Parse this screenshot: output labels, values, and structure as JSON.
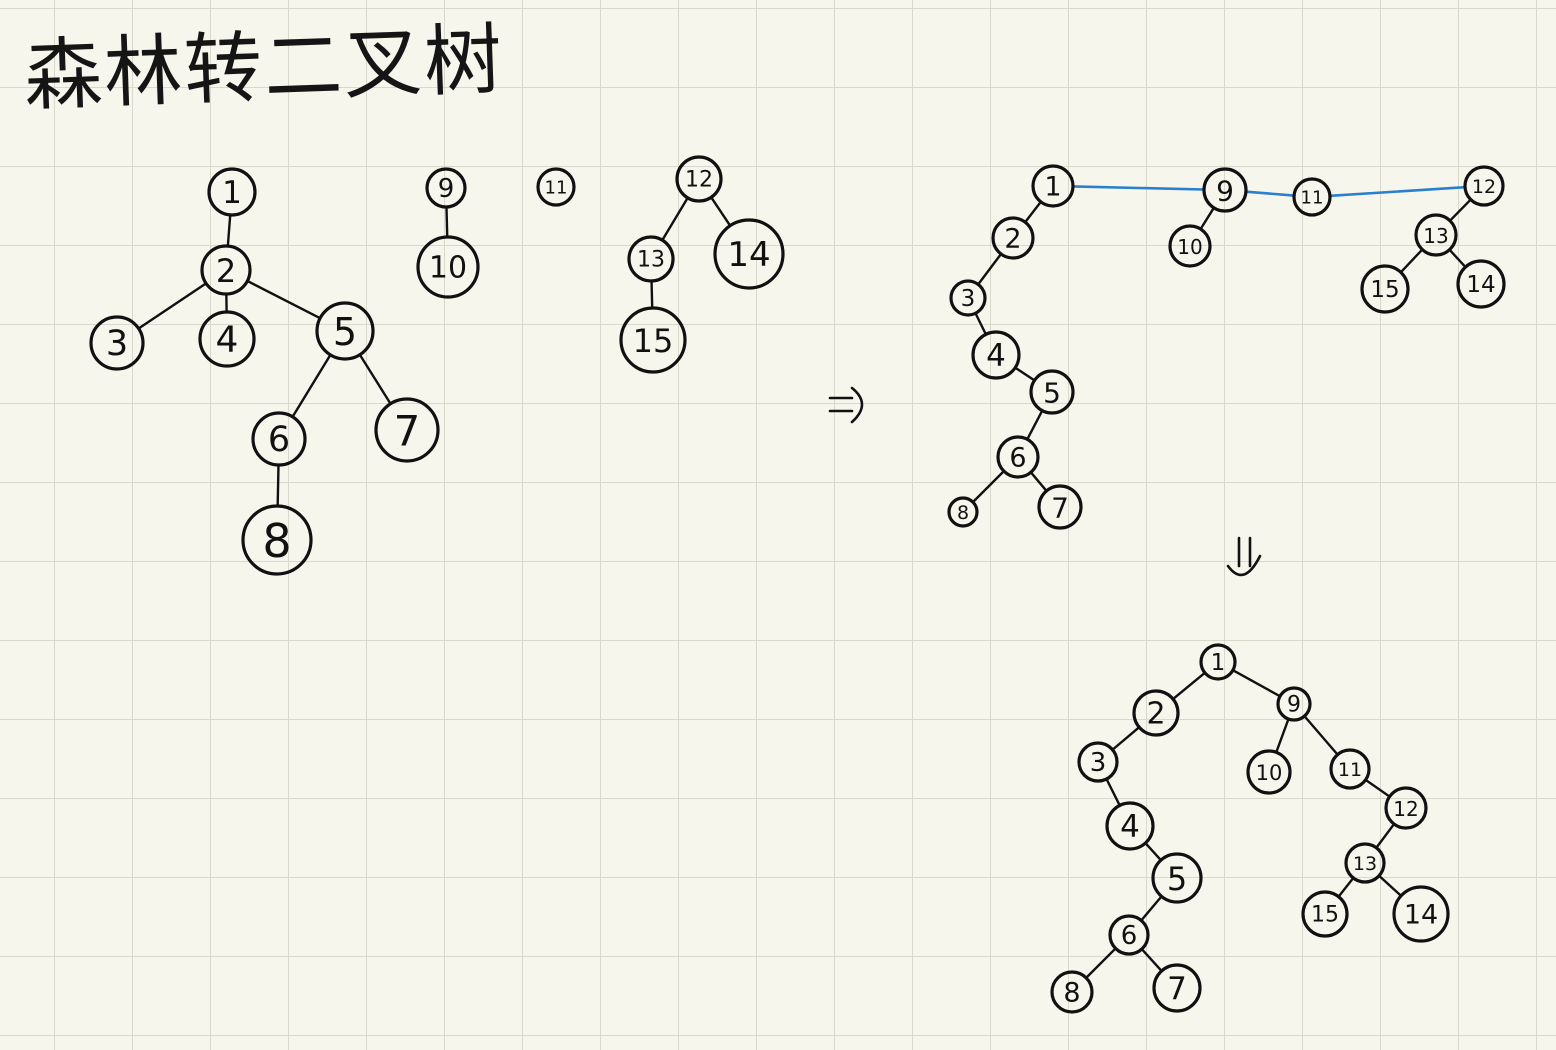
{
  "title": "森林转二叉树",
  "forest": {
    "trees": [
      {
        "root": "1",
        "nodes": [
          "1",
          "2",
          "3",
          "4",
          "5",
          "6",
          "7",
          "8"
        ],
        "edges": [
          [
            "1",
            "2"
          ],
          [
            "2",
            "3"
          ],
          [
            "2",
            "4"
          ],
          [
            "2",
            "5"
          ],
          [
            "5",
            "6"
          ],
          [
            "5",
            "7"
          ],
          [
            "6",
            "8"
          ]
        ]
      },
      {
        "root": "9",
        "nodes": [
          "9",
          "10"
        ],
        "edges": [
          [
            "9",
            "10"
          ]
        ]
      },
      {
        "root": "11",
        "nodes": [
          "11"
        ],
        "edges": []
      },
      {
        "root": "12",
        "nodes": [
          "12",
          "13",
          "14",
          "15"
        ],
        "edges": [
          [
            "12",
            "13"
          ],
          [
            "12",
            "14"
          ],
          [
            "13",
            "15"
          ]
        ]
      }
    ]
  },
  "intermediate": {
    "nodes": [
      "1",
      "2",
      "3",
      "4",
      "5",
      "6",
      "7",
      "8",
      "9",
      "10",
      "11",
      "12",
      "13",
      "14",
      "15"
    ],
    "edges": [
      [
        "1",
        "2"
      ],
      [
        "2",
        "3"
      ],
      [
        "3",
        "4"
      ],
      [
        "4",
        "5"
      ],
      [
        "5",
        "6"
      ],
      [
        "6",
        "8"
      ],
      [
        "6",
        "7"
      ],
      [
        "9",
        "10"
      ],
      [
        "12",
        "13"
      ],
      [
        "13",
        "15"
      ],
      [
        "13",
        "14"
      ]
    ],
    "root_links": [
      [
        "1",
        "9"
      ],
      [
        "9",
        "11"
      ],
      [
        "11",
        "12"
      ]
    ],
    "root_link_color": "#2a7fcf"
  },
  "binary_tree": {
    "nodes": [
      "1",
      "2",
      "3",
      "4",
      "5",
      "6",
      "7",
      "8",
      "9",
      "10",
      "11",
      "12",
      "13",
      "14",
      "15"
    ],
    "edges": [
      [
        "1",
        "2"
      ],
      [
        "1",
        "9"
      ],
      [
        "2",
        "3"
      ],
      [
        "3",
        "4"
      ],
      [
        "4",
        "5"
      ],
      [
        "5",
        "6"
      ],
      [
        "6",
        "8"
      ],
      [
        "6",
        "7"
      ],
      [
        "9",
        "10"
      ],
      [
        "9",
        "11"
      ],
      [
        "11",
        "12"
      ],
      [
        "12",
        "13"
      ],
      [
        "13",
        "15"
      ],
      [
        "13",
        "14"
      ]
    ]
  },
  "arrows": {
    "right": "=)",
    "down": "⇓"
  },
  "colors": {
    "ink": "#111111",
    "paper": "#f7f6ec",
    "grid": "#d9d8cc",
    "root_link": "#2a7fcf"
  }
}
